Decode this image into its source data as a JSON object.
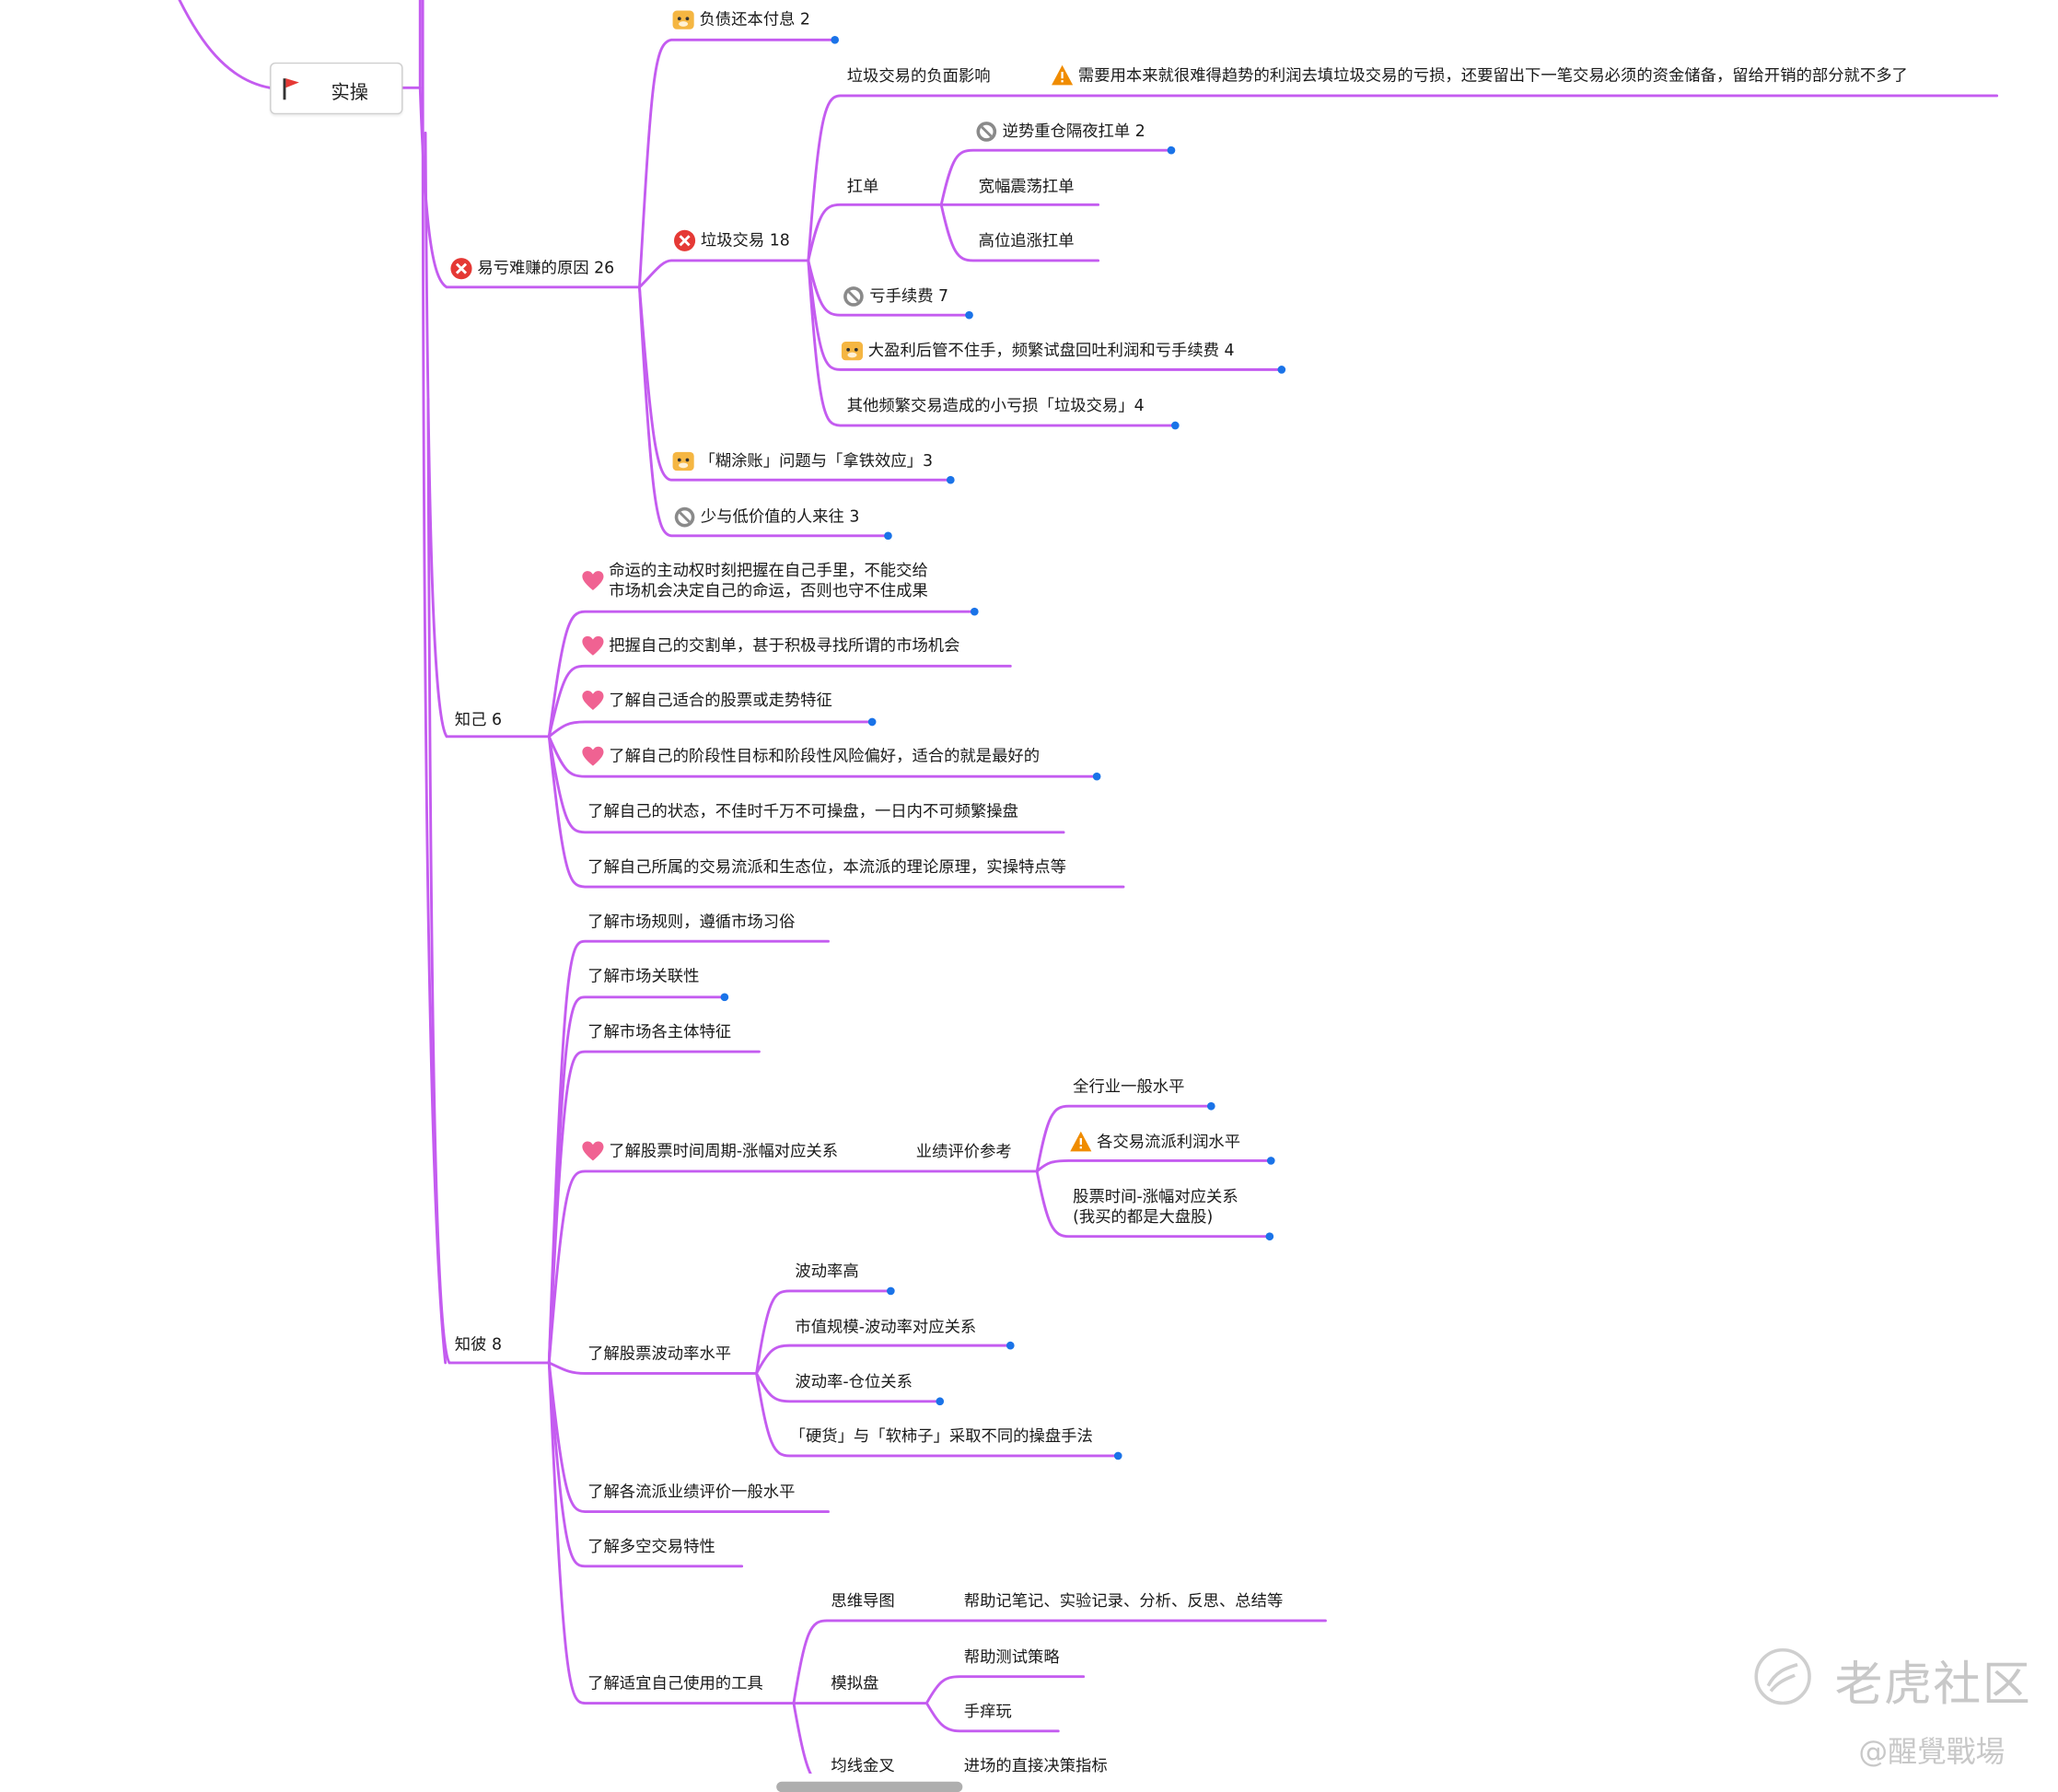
{
  "root": {
    "label": "实操"
  },
  "nodes": {
    "fuzhai": "负债还本付息 2",
    "laji_fumian": "垃圾交易的负面影响",
    "laji_warning": "需要用本来就很难得趋势的利润去填垃圾交易的亏损，还要留出下一笔交易必须的资金储备，留给开销的部分就不多了",
    "nishi": "逆势重仓隔夜扛单 2",
    "kangdan": "扛单",
    "kuanfu": "宽幅震荡扛单",
    "gaowei": "高位追涨扛单",
    "yikui": "易亏难赚的原因 26",
    "laji": "垃圾交易 18",
    "kuishou": "亏手续费 7",
    "dayingli": "大盈利后管不住手，频繁试盘回吐利润和亏手续费 4",
    "qita": "其他频繁交易造成的小亏损「垃圾交易」4",
    "hutu": "「糊涂账」问题与「拿铁效应」3",
    "shaoyu": "少与低价值的人来往 3",
    "mingyun_1": "命运的主动权时刻把握在自己手里，不能交给",
    "mingyun_2": "市场机会决定自己的命运，否则也守不住成果",
    "bawo": "把握自己的交割单，甚于积极寻找所谓的市场机会",
    "shihe": "了解自己适合的股票或走势特征",
    "jieduan": "了解自己的阶段性目标和阶段性风险偏好，适合的就是最好的",
    "zhiji": "知己 6",
    "zhuangtai": "了解自己的状态，不佳时千万不可操盘，一日内不可频繁操盘",
    "liupai": "了解自己所属的交易流派和生态位，本流派的理论原理，实操特点等",
    "guize": "了解市场规则，遵循市场习俗",
    "guanlian": "了解市场关联性",
    "zhuti": "了解市场各主体特征",
    "quanhangye": "全行业一般水平",
    "zhouqi": "了解股票时间周期-涨幅对应关系",
    "yeji": "业绩评价参考",
    "gejiaoyi": "各交易流派利润水平",
    "gupiao_1": "股票时间-涨幅对应关系",
    "gupiao_2": "(我买的都是大盘股)",
    "bodonggao": "波动率高",
    "shizhi": "市值规模-波动率对应关系",
    "zhibi": "知彼 8",
    "bodong": "了解股票波动率水平",
    "cangwei": "波动率-仓位关系",
    "yinghuo": "「硬货」与「软柿子」采取不同的操盘手法",
    "geliupai": "了解各流派业绩评价一般水平",
    "duokong": "了解多空交易特性",
    "siwei": "思维导图",
    "bangzhu": "帮助记笔记、实验记录、分析、反思、总结等",
    "celue": "帮助测试策略",
    "gongju": "了解适宜自己使用的工具",
    "moni": "模拟盘",
    "shouyang": "手痒玩",
    "junxian": "均线金叉",
    "jinchang": "进场的直接决策指标"
  },
  "watermark": {
    "brand": "老虎社区",
    "author": "@醒覺戰場"
  },
  "colors": {
    "branch": "#c45cf0",
    "dot": "#1a73e8",
    "warning": "#f08c00",
    "error": "#e53935",
    "heart": "#f06292",
    "flag": "#e53935"
  }
}
